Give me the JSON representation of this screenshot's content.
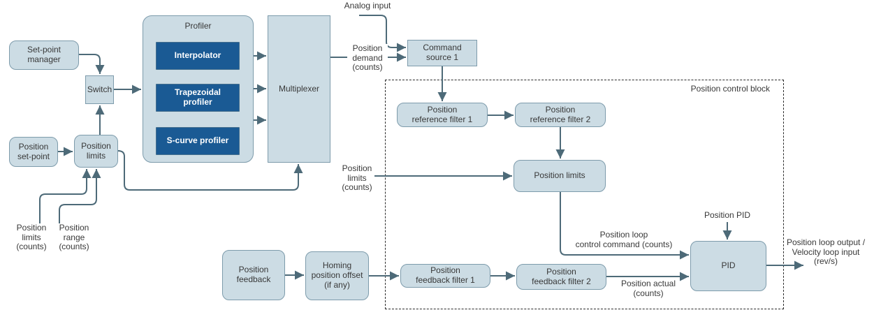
{
  "colors": {
    "box_fill": "#ccdce4",
    "box_border": "#7d9bab",
    "dark_fill": "#1a5a94",
    "dark_border": "#46708e",
    "wire": "#4d6a78",
    "text": "#383838",
    "dashed_border": "#2b2b2b"
  },
  "nodes": {
    "set_point_manager": "Set-point\nmanager",
    "switch": "Switch",
    "position_set_point": "Position\nset-point",
    "position_limits_input": "Position\nlimits",
    "profiler": "Profiler",
    "interpolator": "Interpolator",
    "trapezoidal_profiler": "Trapezoidal\nprofiler",
    "s_curve_profiler": "S-curve profiler",
    "multiplexer": "Multiplexer",
    "command_source_1": "Command\nsource 1",
    "position_reference_filter_1": "Position\nreference filter 1",
    "position_reference_filter_2": "Position\nreference filter 2",
    "position_limits": "Position limits",
    "position_feedback": "Position\nfeedback",
    "homing_position_offset": "Homing\nposition offset\n(if any)",
    "position_feedback_filter_1": "Position\nfeedback filter 1",
    "position_feedback_filter_2": "Position\nfeedback filter 2",
    "pid": "PID"
  },
  "labels": {
    "analog_input": "Analog input",
    "position_demand": "Position\ndemand\n(counts)",
    "position_limits_counts": "Position\nlimits\n(counts)",
    "position_range_counts": "Position\nrange\n(counts)",
    "position_limits_counts_2": "Position\nlimits\n(counts)",
    "position_control_block": "Position control block",
    "position_loop_control_command": "Position loop\ncontrol command (counts)",
    "position_actual": "Position actual\n(counts)",
    "position_pid": "Position PID",
    "position_loop_output": "Position loop output /\nVelocity loop input\n(rev/s)"
  }
}
